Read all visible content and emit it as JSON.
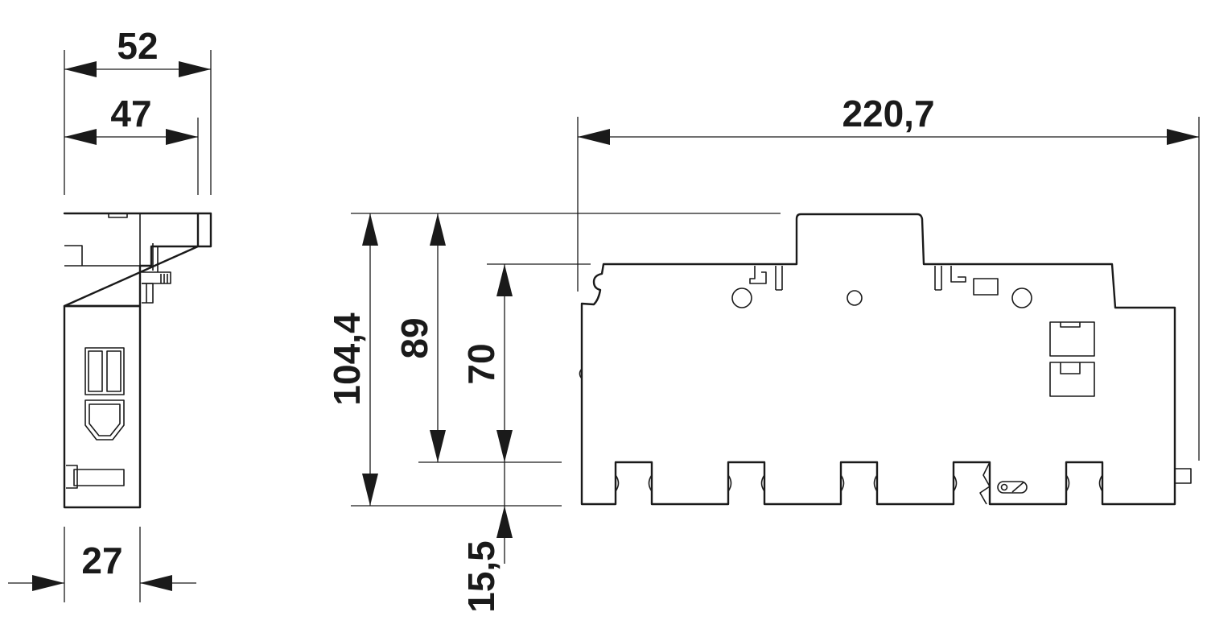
{
  "dimensions": {
    "side_overall_width": "52",
    "side_body_width": "47",
    "side_base_width": "27",
    "front_overall_length": "220,7",
    "front_total_height": "104,4",
    "front_height_89": "89",
    "front_height_70": "70",
    "front_offset": "15,5"
  },
  "colors": {
    "line": "#1a1a1a",
    "background": "#ffffff"
  }
}
